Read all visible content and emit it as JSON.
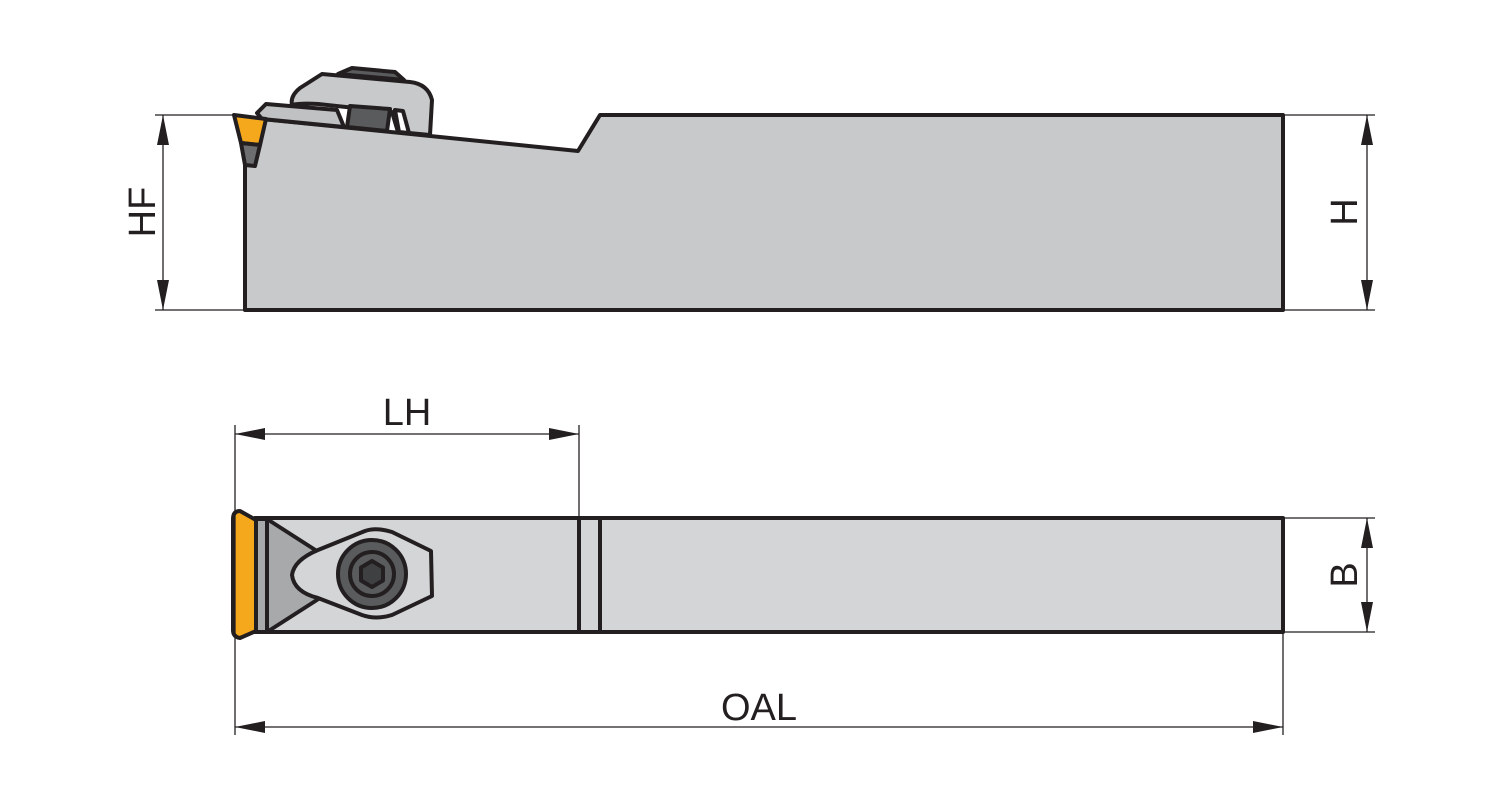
{
  "dimensions": {
    "hf": "HF",
    "h": "H",
    "lh": "LH",
    "b": "B",
    "oal": "OAL"
  },
  "colors": {
    "body": "#c8c9cb",
    "body_top": "#d4d5d7",
    "insert": "#f6a81c",
    "dark": "#5a5b5d",
    "mid": "#a8a9ab",
    "outline": "#231f20"
  }
}
